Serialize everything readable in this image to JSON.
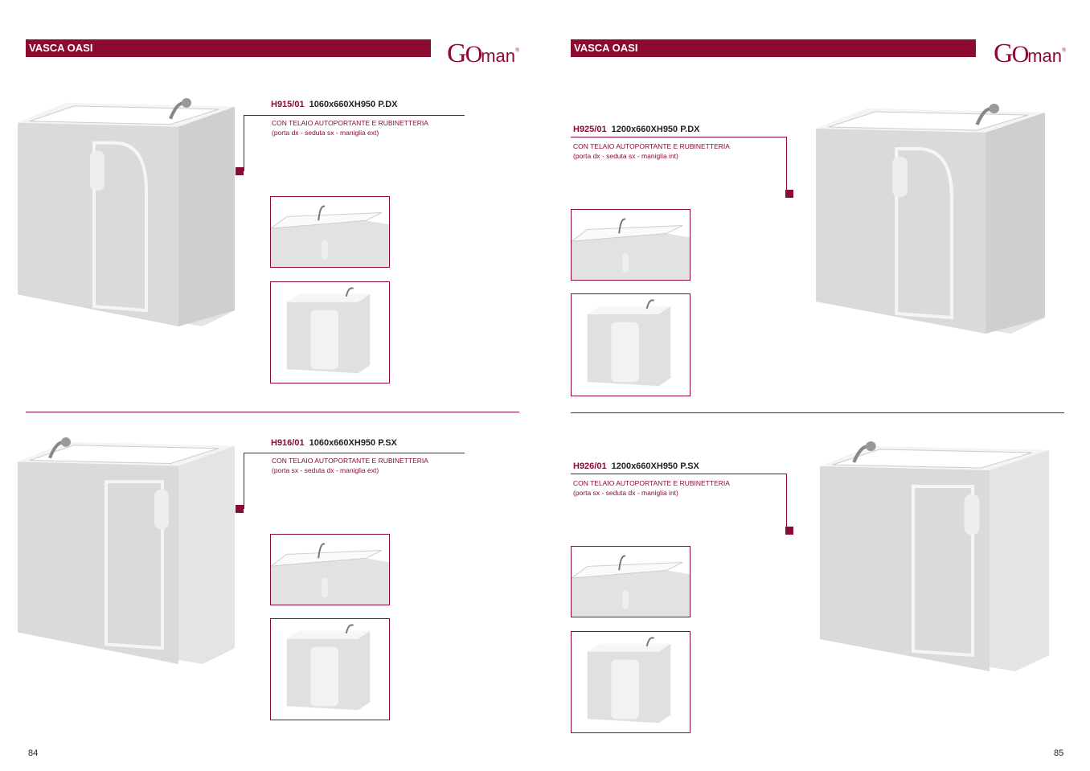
{
  "pages": [
    {
      "header": "VASCA OASI",
      "logo": "GOman",
      "page_number": "84",
      "products": [
        {
          "code": "H915/01",
          "dims": "1060x660XH950  P.DX",
          "line1": "CON TELAIO AUTOPORTANTE E RUBINETTERIA",
          "line2": "(porta dx - seduta sx - maniglia ext)"
        },
        {
          "code": "H916/01",
          "dims": "1060x660XH950  P.SX",
          "line1": "CON TELAIO AUTOPORTANTE E RUBINETTERIA",
          "line2": "(porta sx - seduta dx - maniglia ext)"
        }
      ]
    },
    {
      "header": "VASCA OASI",
      "logo": "GOman",
      "page_number": "85",
      "products": [
        {
          "code": "H925/01",
          "dims": "1200x660XH950  P.DX",
          "line1": "CON TELAIO AUTOPORTANTE E RUBINETTERIA",
          "line2": "(porta dx - seduta sx - maniglia int)"
        },
        {
          "code": "H926/01",
          "dims": "1200x660XH950  P.SX",
          "line1": "CON TELAIO AUTOPORTANTE E RUBINETTERIA",
          "line2": "(porta sx - seduta dx - maniglia int)"
        }
      ]
    }
  ],
  "colors": {
    "accent": "#8a0b2f"
  }
}
